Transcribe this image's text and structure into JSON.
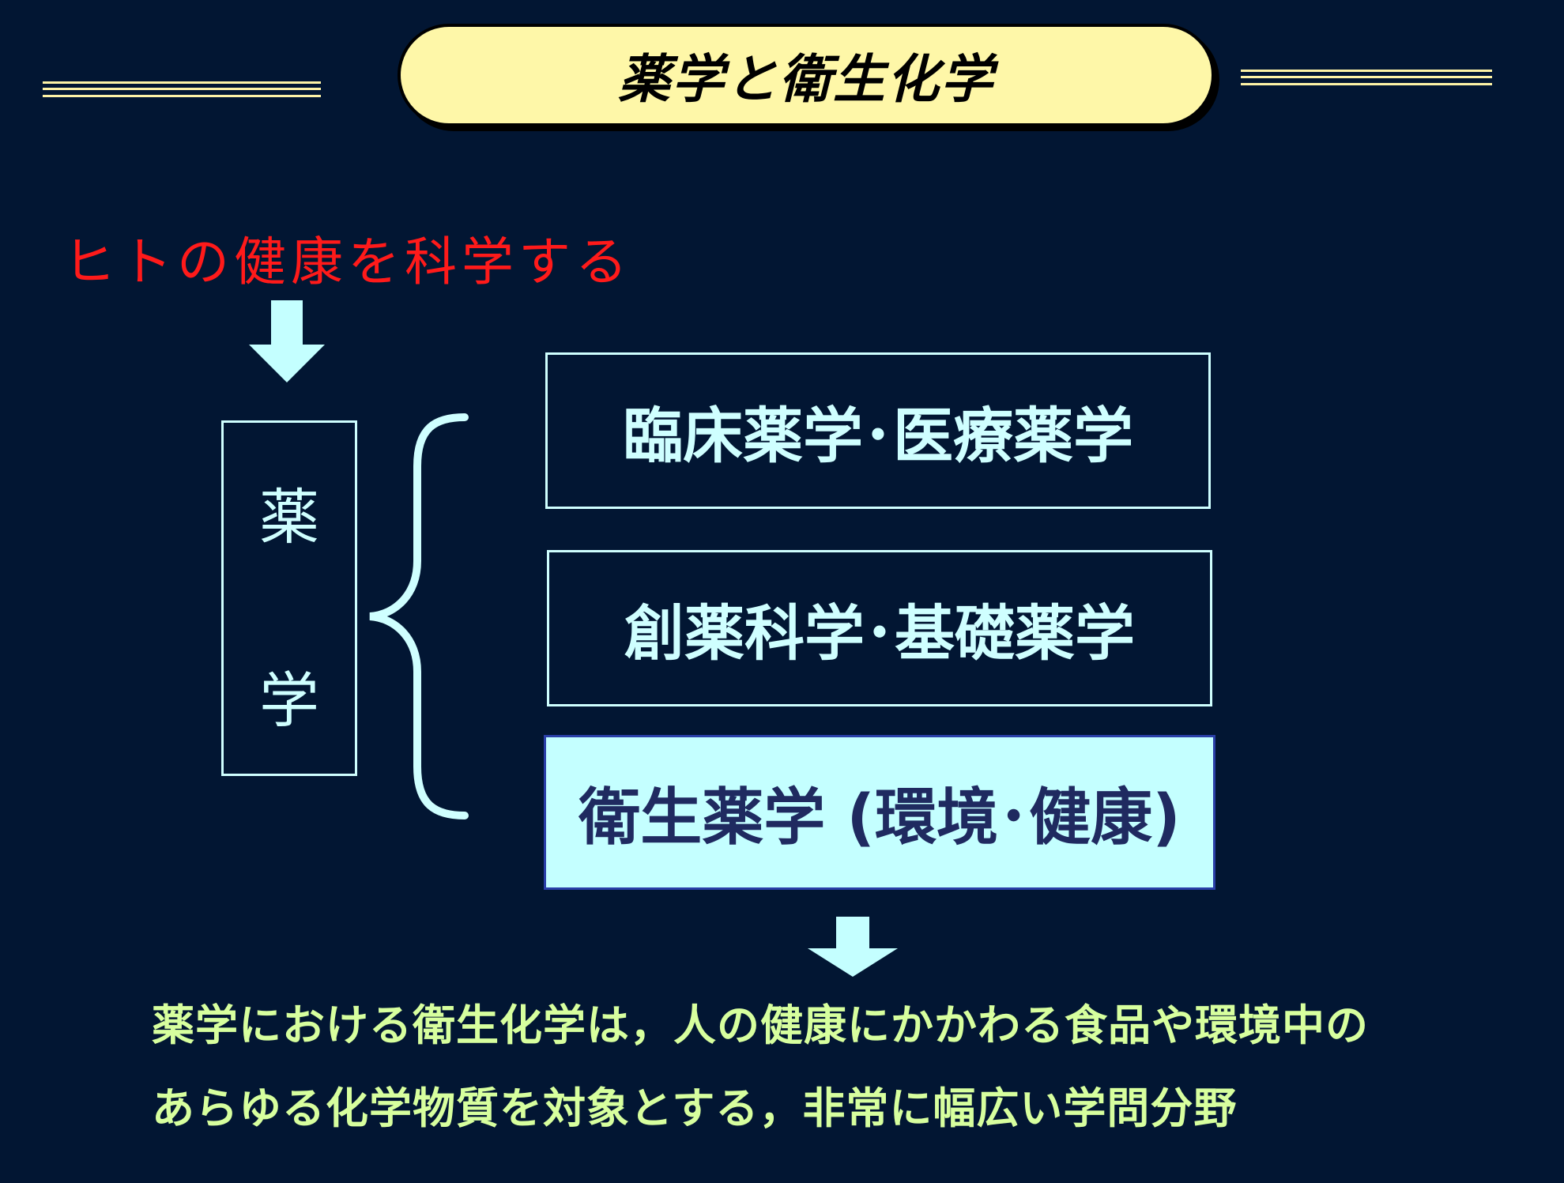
{
  "title": "薬学と衛生化学",
  "subtitle": "ヒトの健康を科学する",
  "yakugaku": {
    "char1": "薬",
    "char2": "学"
  },
  "branches": [
    "臨床薬学･医療薬学",
    "創薬科学･基礎薬学",
    "衛生薬学 (環境･健康)"
  ],
  "description": {
    "line1": "薬学における衛生化学は，人の健康にかかわる食品や環境中の",
    "line2": "あらゆる化学物質を対象とする，非常に幅広い学問分野"
  },
  "colors": {
    "background": "#021633",
    "title_pill": "#fef7a8",
    "subtitle": "#ff1a1a",
    "outline": "#cfffff",
    "highlight_box": "#c4ffff",
    "description": "#d7ff9e"
  }
}
